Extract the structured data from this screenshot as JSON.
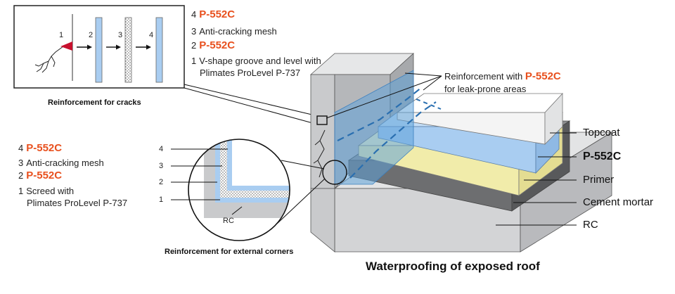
{
  "product": "P-552C",
  "colors": {
    "brand": "#e8501e",
    "membrane_blue": "#a9cdf1",
    "primer_yellow": "#f1ecaa",
    "mortar_gray": "#6d6e70",
    "rc_gray": "#d5d6d8",
    "wall_gray": "#bcbec0",
    "topcoat": "#ffffff",
    "mesh_dash": "#2a6fb0"
  },
  "crack_detail": {
    "steps": [
      {
        "n": "4",
        "product": "P-552C"
      },
      {
        "n": "3",
        "text": "Anti-cracking mesh"
      },
      {
        "n": "2",
        "product": "P-552C"
      },
      {
        "n": "1",
        "text": "V-shape groove and level with",
        "text2": "Plimates ProLevel P-737"
      }
    ],
    "diagram_numbers": [
      "1",
      "2",
      "3",
      "4"
    ],
    "caption": "Reinforcement for cracks"
  },
  "corner_detail": {
    "steps": [
      {
        "n": "4",
        "product": "P-552C"
      },
      {
        "n": "3",
        "text": "Anti-cracking mesh"
      },
      {
        "n": "2",
        "product": "P-552C"
      },
      {
        "n": "1",
        "text": "Screed with",
        "text2": "Plimates ProLevel P-737"
      }
    ],
    "layer_numbers": [
      "4",
      "3",
      "2",
      "1"
    ],
    "rc_label": "RC",
    "caption": "Reinforcement for external corners"
  },
  "callout": {
    "prefix": "Reinforcement with",
    "product": "P-552C",
    "line2": "for leak-prone areas"
  },
  "layers": [
    {
      "label": "Topcoat",
      "brand": false
    },
    {
      "label": "P-552C",
      "brand": true
    },
    {
      "label": "Primer",
      "brand": false
    },
    {
      "label": "Cement mortar",
      "brand": false
    },
    {
      "label": "RC",
      "brand": false
    }
  ],
  "title": "Waterproofing of exposed roof"
}
